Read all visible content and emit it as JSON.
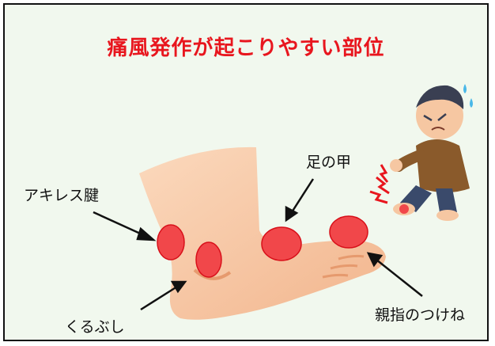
{
  "title": "痛風発作が起こりやすい部位",
  "labels": {
    "achilles": "アキレス腱",
    "ankle": "くるぶし",
    "instep": "足の甲",
    "big_toe_base": "親指のつけね"
  },
  "colors": {
    "title": "#e8161e",
    "hotspot_fill": "#f1474a",
    "hotspot_stroke": "#d8101a",
    "skin": "#f6c7a2",
    "background": "#f1f8ee"
  }
}
